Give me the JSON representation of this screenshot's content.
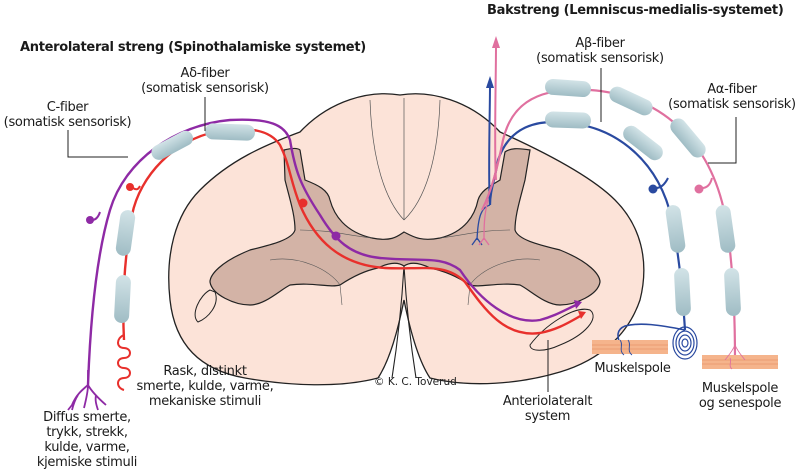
{
  "titles": {
    "anterolateral": "Anterolateral streng (Spinothalamiske systemet)",
    "bakstreng": "Bakstreng (Lemniscus-medialis-systemet)"
  },
  "fibers": {
    "c_fiber": {
      "name": "C-fiber",
      "type": "(somatisk sensorisk)",
      "color": "#8e2aa5"
    },
    "a_delta": {
      "name": "Aδ-fiber",
      "type": "(somatisk sensorisk)",
      "color": "#e8302c"
    },
    "a_beta": {
      "name": "Aβ-fiber",
      "type": "(somatisk sensorisk)",
      "color": "#2a4aa0"
    },
    "a_alpha": {
      "name": "Aα-fiber",
      "type": "(somatisk sensorisk)",
      "color": "#e0709f"
    }
  },
  "stimuli": {
    "c_fiber": [
      "Diffus smerte,",
      "trykk, strekk,",
      "kulde, varme,",
      "kjemiske stimuli"
    ],
    "a_delta": [
      "Rask, distinkt",
      "smerte, kulde, varme,",
      "mekaniske stimuli"
    ]
  },
  "receptors": {
    "muskelspole": [
      "Muskelspole"
    ],
    "muskelspole_senespole": [
      "Muskelspole",
      "og senespole"
    ]
  },
  "anterolateral_system": [
    "Anteriolateralt",
    "system"
  ],
  "copyright": "© K. C. Toverud",
  "colors": {
    "white_matter": "#fce3d8",
    "gray_matter": "#d3b3a6",
    "myelin": "#b7d0d6",
    "muscle": "#f5b48c",
    "outline": "#222222"
  }
}
